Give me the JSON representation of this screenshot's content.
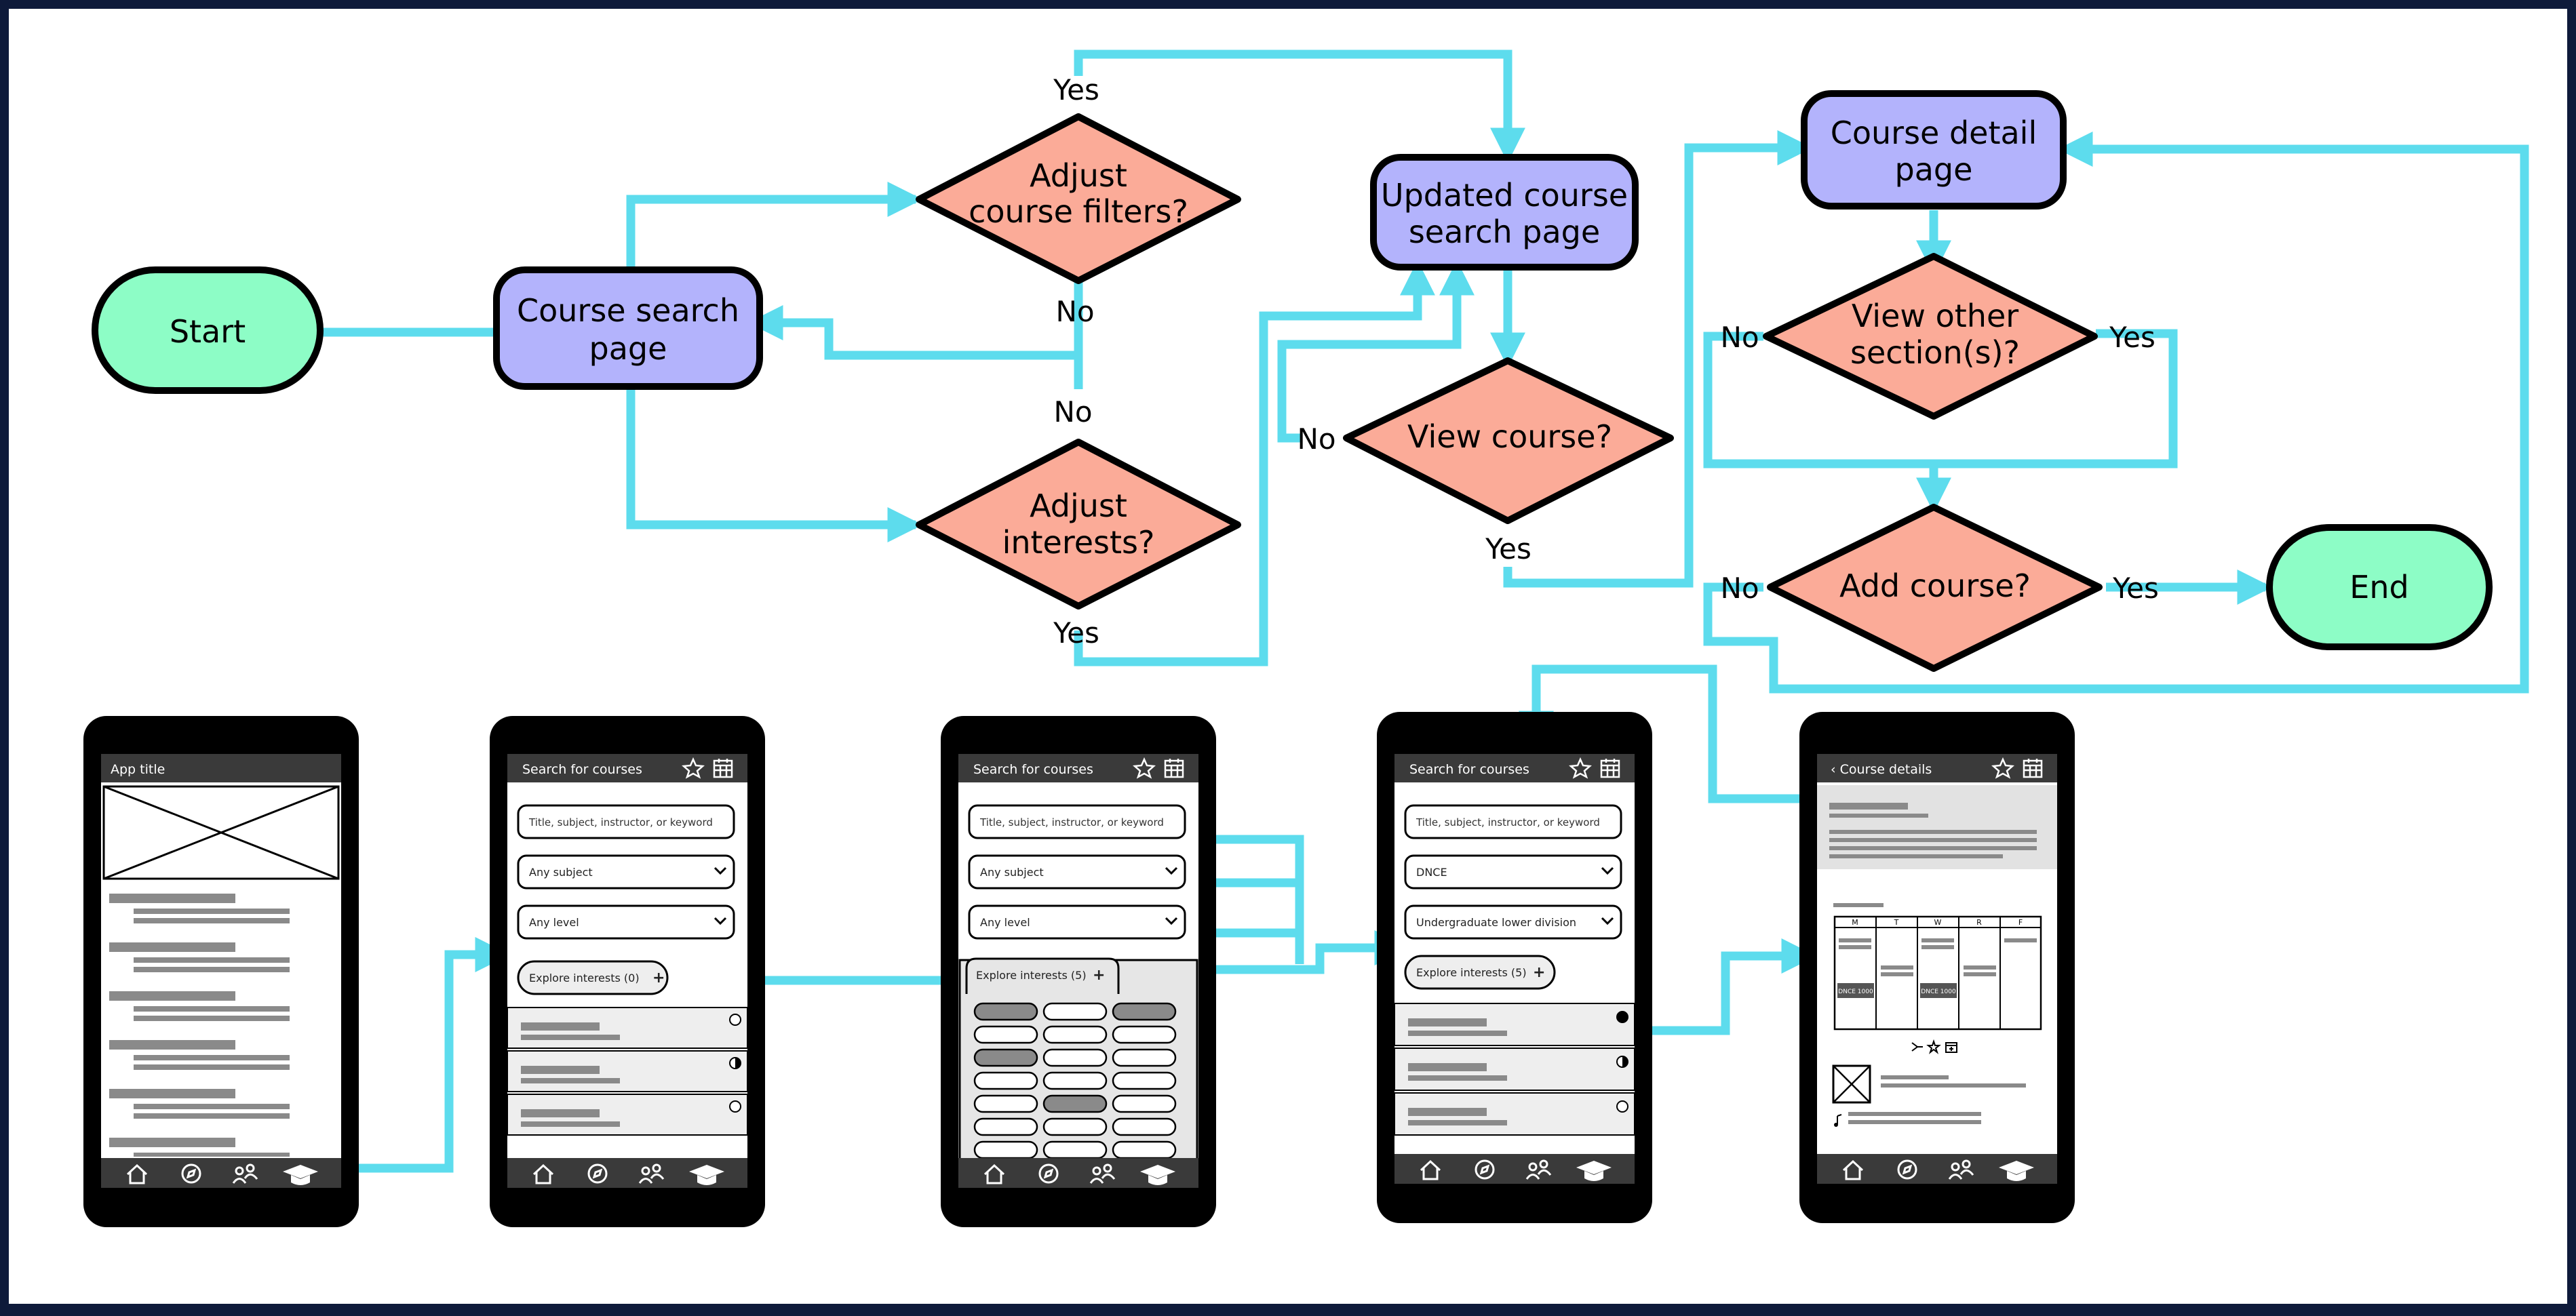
{
  "flowchart": {
    "start": "Start",
    "course_search": [
      "Course search",
      "page"
    ],
    "adjust_filters": [
      "Adjust",
      "course filters?"
    ],
    "adjust_interests": [
      "Adjust",
      "interests?"
    ],
    "updated_search": [
      "Updated course",
      "search page"
    ],
    "view_course": "View course?",
    "course_detail": [
      "Course detail",
      "page"
    ],
    "view_other": [
      "View other",
      "section(s)?"
    ],
    "add_course": "Add course?",
    "end": "End",
    "yes": "Yes",
    "no": "No"
  },
  "colors": {
    "frame": "#0e1a3a",
    "canvas": "#ffffff",
    "arrow": "#5ddced",
    "terminal": "#8dfdc6",
    "process": "#b3b3fc",
    "decision": "#fbab98"
  },
  "phones": {
    "home": {
      "title": "App title"
    },
    "search": {
      "title": "Search for courses",
      "search_placeholder": "Title, subject, instructor, or keyword",
      "subject": "Any subject",
      "level": "Any level",
      "explore": "Explore interests (0)"
    },
    "search_interests": {
      "title": "Search for courses",
      "search_placeholder": "Title, subject, instructor, or keyword",
      "subject": "Any subject",
      "level": "Any level",
      "explore": "Explore interests (5)"
    },
    "updated": {
      "title": "Search for courses",
      "search_placeholder": "Title, subject, instructor, or keyword",
      "subject": "DNCE",
      "level": "Undergraduate lower division",
      "explore": "Explore interests (5)"
    },
    "detail": {
      "title": "‹ Course details",
      "days": [
        "M",
        "T",
        "W",
        "R",
        "F"
      ],
      "tag": "DNCE 1000"
    }
  },
  "nav_icons": [
    "home-icon",
    "compass-icon",
    "people-icon",
    "graduation-cap-icon"
  ]
}
